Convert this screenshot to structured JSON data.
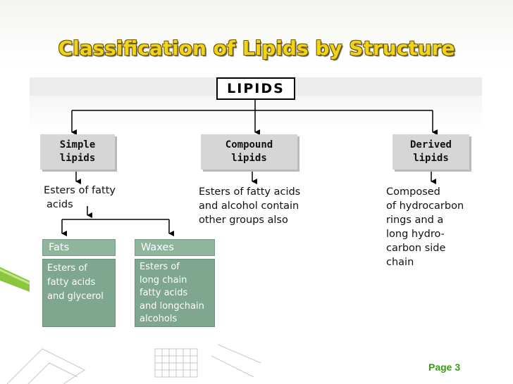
{
  "title": "Classification of Lipids by Structure",
  "root": "LIPIDS",
  "categories": [
    {
      "line1": "Simple",
      "line2": "lipids"
    },
    {
      "line1": "Compound",
      "line2": "lipids"
    },
    {
      "line1": "Derived",
      "line2": "lipids"
    }
  ],
  "simple_desc": {
    "line1a": "Esters",
    "line1b": "of fatty",
    "line2": "acids"
  },
  "compound_desc": [
    "Esters of fatty acids",
    "and alcohol contain",
    "other groups also"
  ],
  "derived_desc": [
    "Composed",
    "of hydrocarbon",
    "rings and a",
    "long hydro-",
    "carbon side",
    "chain"
  ],
  "subtypes": [
    {
      "name": "Fats",
      "desc": [
        "Esters of",
        "fatty acids",
        "and glycerol"
      ]
    },
    {
      "name": "Waxes",
      "desc": [
        "Esters   of",
        "long chain",
        "fatty acids",
        "and longchain",
        "alcohols"
      ]
    }
  ],
  "page_label": "Page 3",
  "colors": {
    "title": "#f2d21a",
    "subtype_box": "#7fa68f",
    "page_label": "#3a9a16"
  }
}
